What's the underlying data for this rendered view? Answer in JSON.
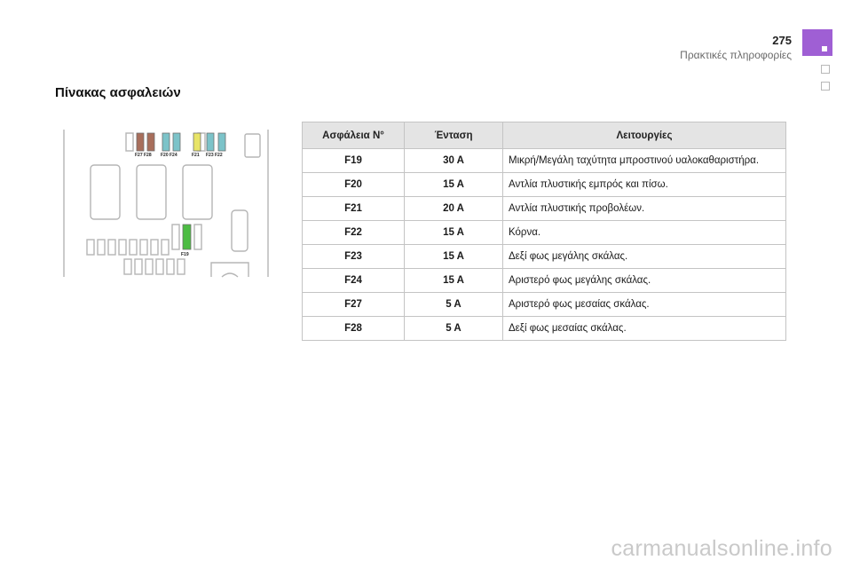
{
  "header": {
    "page_number": "275",
    "section_title": "Πρακτικές πληροφορίες"
  },
  "colors": {
    "chapter_tab": "#9f5fd4",
    "fuse_brown": "#a86e5b",
    "fuse_teal": "#7cc3c9",
    "fuse_yellow": "#e8e467",
    "fuse_green": "#4cbc43"
  },
  "page_heading": "Πίνακας ασφαλειών",
  "diagram": {
    "labels": [
      "F27 F28",
      "F20 F24",
      "F21",
      "F23 F22",
      "F19"
    ]
  },
  "table": {
    "headers": [
      "Ασφάλεια N°",
      "Ένταση",
      "Λειτουργίες"
    ],
    "rows": [
      [
        "F19",
        "30 A",
        "Μικρή/Μεγάλη ταχύτητα μπροστινού υαλοκαθαριστήρα."
      ],
      [
        "F20",
        "15 A",
        "Αντλία πλυστικής εμπρός και πίσω."
      ],
      [
        "F21",
        "20 A",
        "Αντλία πλυστικής προβολέων."
      ],
      [
        "F22",
        "15 A",
        "Κόρνα."
      ],
      [
        "F23",
        "15 A",
        "Δεξί φως μεγάλης σκάλας."
      ],
      [
        "F24",
        "15 A",
        "Αριστερό φως μεγάλης σκάλας."
      ],
      [
        "F27",
        "5 A",
        "Αριστερό φως μεσαίας σκάλας."
      ],
      [
        "F28",
        "5 A",
        "Δεξί φως μεσαίας σκάλας."
      ]
    ]
  },
  "watermark": "carmanualsonline.info"
}
